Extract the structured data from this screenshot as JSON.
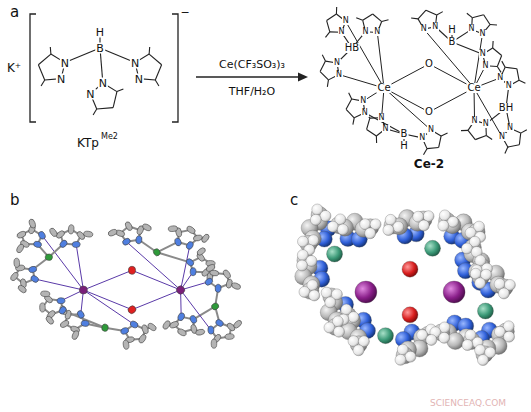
{
  "diagram": {
    "labels": [
      "a",
      "K⁺",
      "H",
      "B",
      "N",
      "N",
      "N",
      "N",
      "N",
      "N",
      "−",
      "KTp",
      "Me2",
      "Ce(CF₃SO₃)₃",
      "THF/H₂O",
      "HB",
      "H",
      "B",
      "Ce",
      "O",
      "O",
      "Ce",
      "B",
      "H",
      "BH",
      "N",
      "N",
      "N",
      "N",
      "N",
      "N",
      "N",
      "N",
      "N",
      "N",
      "N",
      "N",
      "N",
      "N",
      "N",
      "N",
      "N",
      "N",
      "N",
      "N",
      "N",
      "N",
      "N",
      "N",
      "Ce-2",
      "b",
      "c",
      "SCIENCEAQ.COM"
    ]
  }
}
